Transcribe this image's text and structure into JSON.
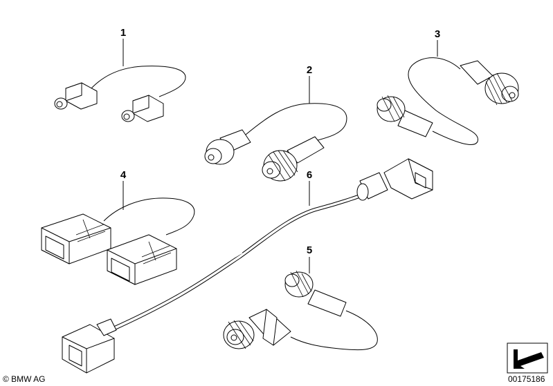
{
  "callouts": {
    "p1": "1",
    "p2": "2",
    "p3": "3",
    "p4": "4",
    "p5": "5",
    "p6": "6"
  },
  "footer": {
    "copyright": "© BMW AG",
    "drawing_number": "00175186"
  }
}
